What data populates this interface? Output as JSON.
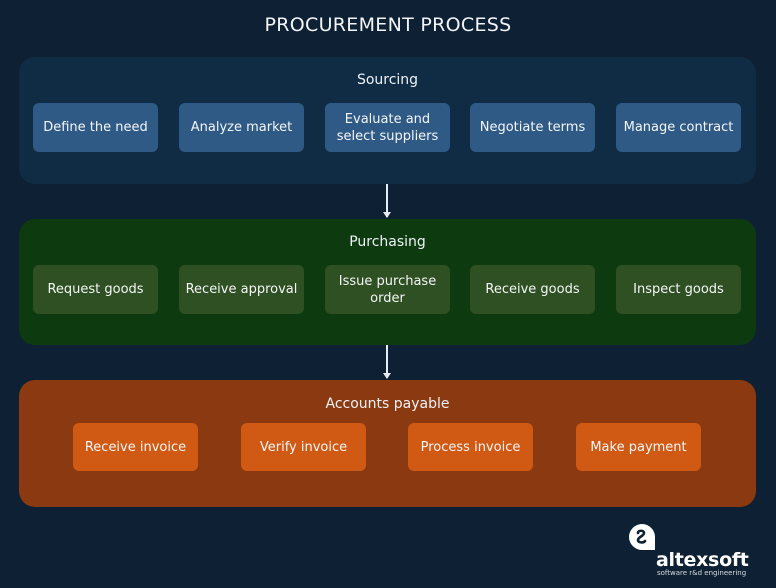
{
  "title": "PROCUREMENT PROCESS",
  "stages": [
    {
      "title": "Sourcing",
      "steps": [
        "Define the need",
        "Analyze market",
        "Evaluate and select suppliers",
        "Negotiate terms",
        "Manage contract"
      ]
    },
    {
      "title": "Purchasing",
      "steps": [
        "Request goods",
        "Receive approval",
        "Issue purchase order",
        "Receive goods",
        "Inspect goods"
      ]
    },
    {
      "title": "Accounts payable",
      "steps": [
        "Receive invoice",
        "Verify invoice",
        "Process invoice",
        "Make payment"
      ]
    }
  ],
  "brand": {
    "name": "altexsoft",
    "tagline": "software r&d engineering",
    "icon": "altexsoft-logo-icon"
  },
  "colors": {
    "background": "#0e2033",
    "sourcing_panel": "#0f2c44",
    "sourcing_step": "#2f5a86",
    "purchasing_panel": "#0d3b0f",
    "purchasing_step": "#2f5022",
    "payable_panel": "#8a3910",
    "payable_step": "#d05a13"
  }
}
